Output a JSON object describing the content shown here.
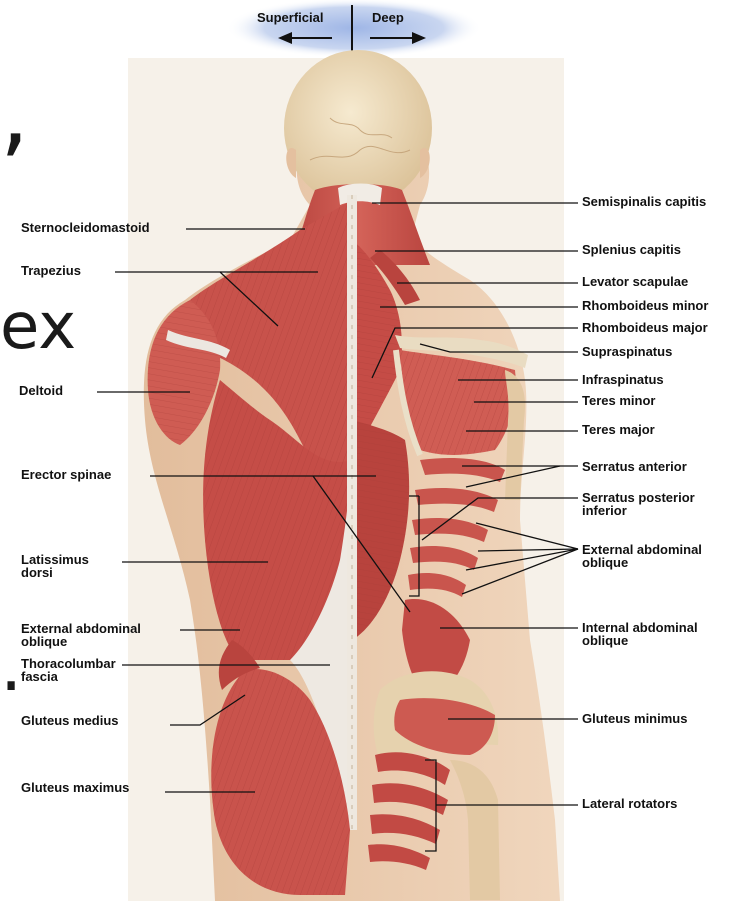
{
  "header": {
    "superficial": "Superficial",
    "deep": "Deep"
  },
  "background_text": {
    "comma": ",",
    "ex": "ex",
    "dot": "."
  },
  "labels_left": {
    "sternocleidomastoid": "Sternocleidomastoid",
    "trapezius": "Trapezius",
    "deltoid": "Deltoid",
    "erector_spinae": "Erector spinae",
    "latissimus_1": "Latissimus",
    "latissimus_2": "dorsi",
    "ext_oblique_1": "External abdominal",
    "ext_oblique_2": "oblique",
    "thoraco_1": "Thoracolumbar",
    "thoraco_2": "fascia",
    "gluteus_medius": "Gluteus medius",
    "gluteus_maximus": "Gluteus maximus"
  },
  "labels_right": {
    "semispinalis_capitis": "Semispinalis capitis",
    "splenius_capitis": "Splenius capitis",
    "levator_scapulae": "Levator scapulae",
    "rhomboideus_minor": "Rhomboideus minor",
    "rhomboideus_major": "Rhomboideus major",
    "supraspinatus": "Supraspinatus",
    "infraspinatus": "Infraspinatus",
    "teres_minor": "Teres minor",
    "teres_major": "Teres major",
    "serratus_anterior": "Serratus anterior",
    "serratus_post_1": "Serratus posterior",
    "serratus_post_2": "inferior",
    "ext_oblique_1": "External abdominal",
    "ext_oblique_2": "oblique",
    "int_oblique_1": "Internal abdominal",
    "int_oblique_2": "oblique",
    "gluteus_minimus": "Gluteus minimus",
    "lateral_rotators": "Lateral rotators"
  },
  "colors": {
    "muscle": "#c9514a",
    "muscle_dark": "#a63a35",
    "muscle_light": "#dc7a6f",
    "tendon": "#ece7e0",
    "skin": "#e8c9ad",
    "skull": "#eedcb8",
    "bone": "#e6d4b0",
    "panel_bg": "#f6f1e9",
    "header_glow": "#b8c9ea"
  }
}
